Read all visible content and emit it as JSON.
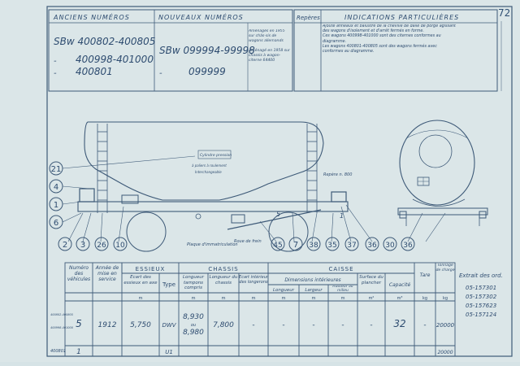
{
  "page_number": "72",
  "header": {
    "old_numbers_title": "ANCIENS NUMÉROS",
    "new_numbers_title": "NOUVEAUX NUMÉROS",
    "reperes_title": "Repères",
    "indications_title": "INDICATIONS PARTICULIÈRES"
  },
  "old_numbers": [
    "SBw 400802-400805",
    "400998-401000",
    "400801"
  ],
  "new_numbers": [
    "SBw 099994-99998",
    "099999"
  ],
  "amenagement_notes": [
    "Aménagés en 1955 sur châs-sis de wagons allemands",
    "Aménagé en 1958 sur chassis à wagon-citerne 64400"
  ],
  "indications_lines": [
    "Ajouté anneaux et balustre de la cheville de dalle de porge agissant",
    "des wagons d'isolement et d'arrêt fermés en forme.",
    "Ces wagons 400998-401000 sont des citernes conformes au",
    "diagramme.",
    "Les wagons 400801-400805 sont des wagons fermés avec",
    "conformes au diagramme."
  ],
  "drawing": {
    "side_label": "Repère n. 800",
    "note_box": "Cylindre pression",
    "note_lines": [
      "à paliers à roulement",
      "Interchangeable"
    ],
    "bottom_notes": [
      "Plaque d'immatriculation",
      "Roue de frein"
    ],
    "callouts_left": [
      "21",
      "4",
      "1",
      "6"
    ],
    "callouts_bottom": [
      "2",
      "3",
      "26",
      "10",
      "45",
      "7",
      "38",
      "35",
      "37",
      "36",
      "30",
      "36"
    ],
    "dim_marks": [
      "5",
      "1"
    ]
  },
  "table": {
    "col_numero": "Numéro des véhicules",
    "col_annee": "Année de mise en service",
    "group_essieux": "ESSIEUX",
    "col_ecart": "Écart des essieux en axe",
    "col_type": "Type",
    "group_chassis": "CHASSIS",
    "col_longueur_tamp": "Longueur tampons compris",
    "col_longueur_chassis": "Longueur du chassis",
    "col_ecart_long": "Écart intérieur des longerons",
    "group_caisse": "CAISSE",
    "col_dimensions": "Dimensions intérieures",
    "col_longueur": "Longueur",
    "col_largeur": "Largeur",
    "col_hauteur": "Hauteur au milieu",
    "col_surface": "Surface du plancher",
    "col_capacite": "Capacité",
    "col_tare": "Tare",
    "col_tonnage": "Tonnage de charge",
    "col_extrait": "Extrait des ord.",
    "units": [
      "m",
      "m",
      "m",
      "m",
      "m",
      "m",
      "m",
      "m²",
      "m³",
      "kg",
      "kg"
    ],
    "row_labels": [
      "400802-400805",
      "400998-401000"
    ],
    "row1": {
      "numero": "5",
      "annee": "1912",
      "ecart": "5,750",
      "type": "DWV",
      "long_tamp_a": "8,930",
      "long_tamp_or": "ou",
      "long_tamp_b": "8,980",
      "long_chassis": "7,800",
      "capacite": "32",
      "tonnage": "20000",
      "dash": "-"
    },
    "row2": {
      "label": "400801",
      "numero": "1",
      "type": "U1",
      "tonnage": "20000"
    },
    "extrait_refs": [
      "05-157301",
      "05-157302",
      "05-157623",
      "05-157124"
    ]
  }
}
